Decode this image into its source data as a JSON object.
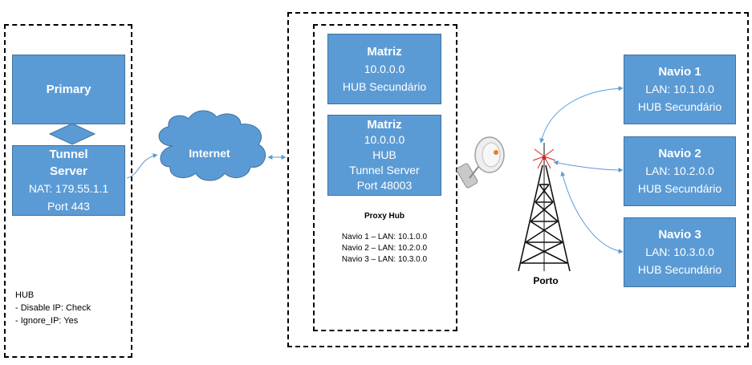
{
  "left_panel": {
    "primary": {
      "title": "Primary"
    },
    "tunnel_server": {
      "title1": "Tunnel",
      "title2": "Server",
      "nat": "NAT: 179.55.1.1",
      "port": "Port 443"
    },
    "notes": {
      "title": "HUB",
      "line1": "- Disable IP: Check",
      "line2": "- Ignore_IP: Yes"
    }
  },
  "internet": {
    "label": "Internet"
  },
  "proxy_panel": {
    "matriz_secondary": {
      "title": "Matriz",
      "ip": "10.0.0.0",
      "role": "HUB Secundário"
    },
    "matriz_hub": {
      "title": "Matriz",
      "ip": "10.0.0.0",
      "role": "HUB",
      "server": "Tunnel Server",
      "port": "Port 48003"
    },
    "proxy_hub": {
      "title": "Proxy Hub",
      "routes": [
        "Navio 1 – LAN: 10.1.0.0",
        "Navio 2 – LAN: 10.2.0.0",
        "Navio 3 – LAN: 10.3.0.0"
      ]
    }
  },
  "tower": {
    "label": "Porto"
  },
  "ships": [
    {
      "title": "Navio 1",
      "lan": "LAN: 10.1.0.0",
      "role": "HUB Secundário"
    },
    {
      "title": "Navio 2",
      "lan": "LAN: 10.2.0.0",
      "role": "HUB Secundário"
    },
    {
      "title": "Navio 3",
      "lan": "LAN: 10.3.0.0",
      "role": "HUB Secundário"
    }
  ],
  "colors": {
    "box_fill": "#5b9bd5",
    "box_border": "#41719c",
    "link": "#5b9bd5"
  }
}
